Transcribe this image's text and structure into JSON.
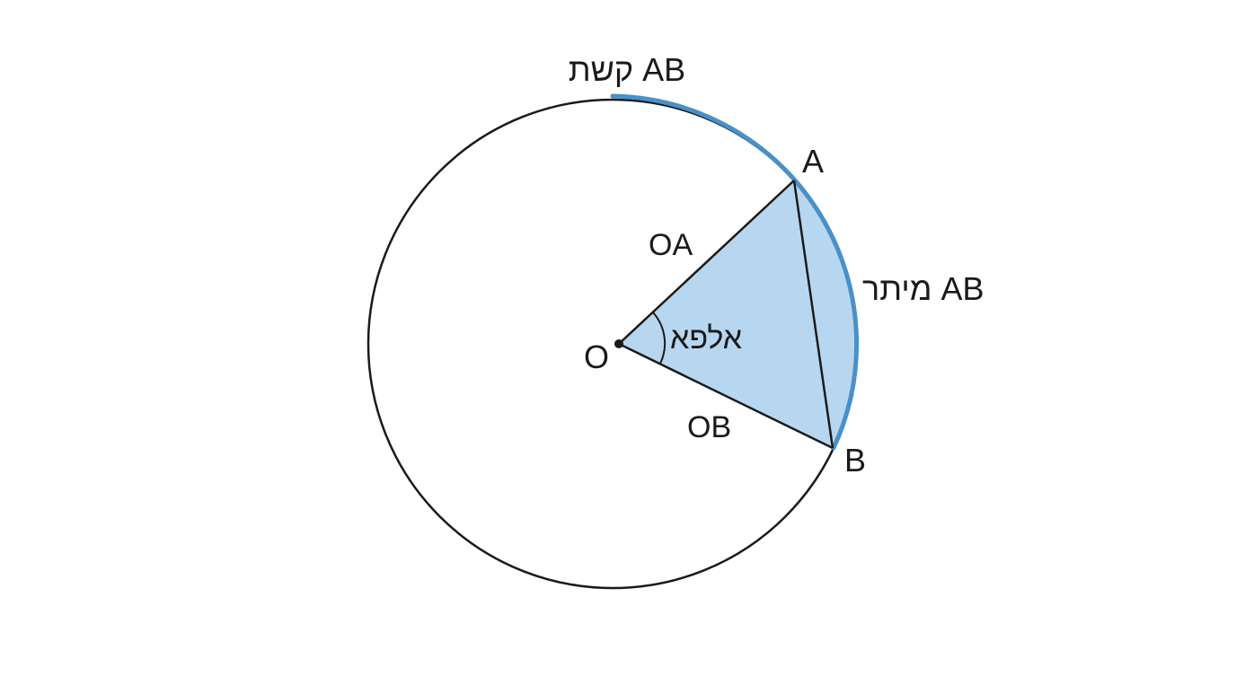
{
  "colors": {
    "background": "#ffffff",
    "stroke": "#1a1a1a",
    "accent": "#4a90c8",
    "sector_fill": "#b7d7f0"
  },
  "labels": {
    "arc": "קשת AB",
    "chord": "מיתר AB",
    "angle": "אלפא",
    "center": "O",
    "point_a": "A",
    "point_b": "B",
    "radius_oa": "OA",
    "radius_ob": "OB"
  }
}
